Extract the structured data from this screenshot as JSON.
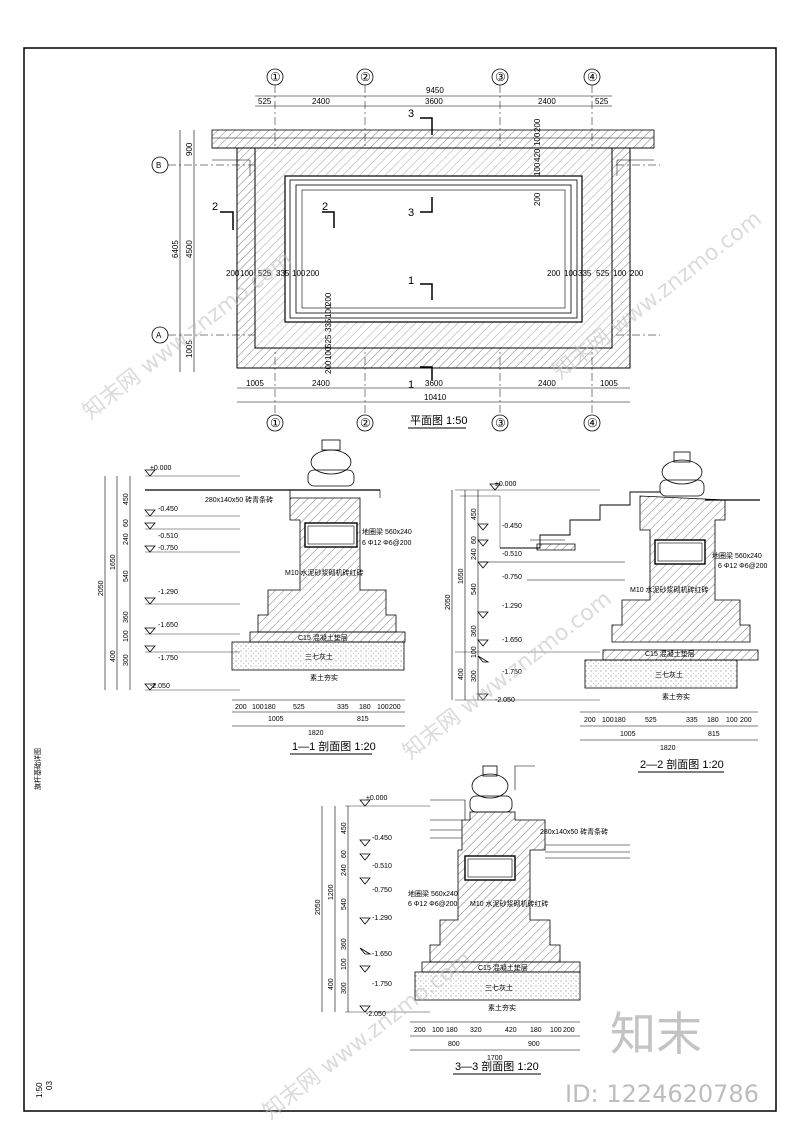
{
  "plan": {
    "title": "平面图 1:50",
    "axes_top": [
      "①",
      "②",
      "③",
      "④"
    ],
    "axes_side": [
      "B",
      "A"
    ],
    "dims_top_total": "9450",
    "dims_top": [
      "525",
      "2400",
      "3600",
      "2400",
      "525"
    ],
    "dims_bottom_total": "10410",
    "dims_bottom": [
      "1005",
      "2400",
      "3600",
      "2400",
      "1005"
    ],
    "dims_left_total": "6405",
    "dims_left": [
      "900",
      "4500",
      "1005"
    ],
    "dims_mid_left": [
      "200",
      "100",
      "525",
      "335",
      "100",
      "200"
    ],
    "dims_mid_right": [
      "200",
      "100",
      "335",
      "525",
      "100",
      "200"
    ],
    "dims_vert_bottom": [
      "200",
      "100",
      "335",
      "525",
      "100",
      "200"
    ],
    "dims_vert_top": [
      "200",
      "100",
      "420",
      "100",
      "200"
    ],
    "cut_labels": [
      "3",
      "3",
      "2",
      "2",
      "1",
      "1"
    ]
  },
  "sections": [
    {
      "title": "1—1 剖面图 1:20",
      "elev": [
        "±0.000",
        "-0.450",
        "-0.510",
        "-0.750",
        "-1.290",
        "-1.650",
        "-1.750",
        "-2.050"
      ],
      "vdims": [
        "450",
        "60",
        "240",
        "540",
        "360",
        "100",
        "300"
      ],
      "vtotals": [
        "2050",
        "1650",
        "400"
      ],
      "notes": [
        "280x140x50 砖青条砖",
        "地圈梁 560x240",
        "6 Φ12  Φ6@200",
        "M10 水泥砂浆砌机砖红砖",
        "C15 混凝土垫层",
        "三七灰土",
        "素土夯实"
      ],
      "hdims": [
        "200",
        "100",
        "180",
        "525",
        "335",
        "180",
        "100",
        "200"
      ],
      "hdims2": [
        "1005",
        "815"
      ],
      "htotal": "1820"
    },
    {
      "title": "2—2 剖面图 1:20",
      "elev": [
        "±0.000",
        "-0.450",
        "-0.510",
        "-0.750",
        "-1.290",
        "-1.650",
        "-1.750",
        "-2.050"
      ],
      "vdims": [
        "450",
        "60",
        "240",
        "540",
        "360",
        "100",
        "300"
      ],
      "vtotals": [
        "2050",
        "1650",
        "400"
      ],
      "notes": [
        "地圈梁 560x240",
        "6 Φ12  Φ6@200",
        "M10 水泥砂浆砌机砖红砖",
        "C15 混凝土垫层",
        "三七灰土",
        "素土夯实"
      ],
      "hdims": [
        "200",
        "100",
        "180",
        "525",
        "335",
        "180",
        "100",
        "200"
      ],
      "hdims2": [
        "1005",
        "815"
      ],
      "htotal": "1820"
    },
    {
      "title": "3—3 剖面图 1:20",
      "elev": [
        "±0.000",
        "-0.450",
        "-0.510",
        "-0.750",
        "-1.290",
        "-1.650",
        "-1.750",
        "-2.050"
      ],
      "vdims": [
        "450",
        "60",
        "240",
        "540",
        "360",
        "100",
        "300"
      ],
      "vtotals": [
        "2050",
        "1200",
        "400"
      ],
      "notes": [
        "280x140x50 砖青条砖",
        "地圈梁 560x240",
        "6 Φ12  Φ6@200",
        "M10 水泥砂浆砌机砖红砖",
        "C15 混凝土垫层",
        "三七灰土",
        "素土夯实"
      ],
      "hdims": [
        "200",
        "100",
        "180",
        "320",
        "420",
        "180",
        "100",
        "200"
      ],
      "hdims2": [
        "800",
        "900"
      ],
      "htotal": "1700"
    }
  ],
  "side_note": "旗杆基础详图",
  "sheet": {
    "scale": "1:50",
    "number": "03"
  },
  "watermark": {
    "brand": "知末",
    "id": "ID: 1224620786",
    "site": "知末网 www.znzmo.com"
  }
}
